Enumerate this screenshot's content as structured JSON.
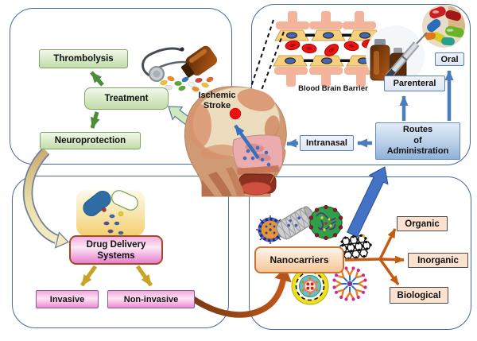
{
  "figure": {
    "treatment_panel": {
      "thrombolysis": "Thrombolysis",
      "treatment": "Treatment",
      "neuroprotection": "Neuroprotection"
    },
    "administration_panel": {
      "bbb_label": "Blood Brain Barrier",
      "oral": "Oral",
      "parenteral": "Parenteral",
      "routes_lines": [
        "Routes",
        "of",
        "Administration"
      ],
      "intranasal": "Intranasal"
    },
    "center": {
      "stroke_lines": [
        "Ischemic",
        "Stroke"
      ]
    },
    "delivery_panel": {
      "dds_lines": [
        "Drug Delivery",
        "Systems"
      ],
      "invasive": "Invasive",
      "noninvasive": "Non-invasive"
    },
    "nanocarrier_panel": {
      "nanocarriers": "Nanocarriers",
      "organic": "Organic",
      "inorganic": "Inorganic",
      "biological": "Biological"
    }
  },
  "colors": {
    "panel_border": "#46699c",
    "green_box": "#c2dcaa",
    "dark_green_arrow": "#4e8c3a",
    "blue_arrow": "#4a7ebb",
    "big_blue_arrow": "#4472c4",
    "gold_arrow": "#c9a227",
    "orange_arrow": "#c55a11",
    "pink_box": "#ef8ad2",
    "peach_box": "#fbe2d0",
    "nanocarrier_box": "#f7c796",
    "stroke_marker_red": "#ee1010"
  },
  "illustrations": [
    "stethoscope-pills-photo",
    "blood-brain-barrier-diagram",
    "oral-pills-photo",
    "parenteral-syringe-vials-photo",
    "head-sagittal-anatomy",
    "capsule-spill-drawing",
    "liposome-small-icon",
    "carbon-nanotube-icon",
    "polymeric-micelle-icon",
    "graphene-sheet-icon",
    "liposome-large-icon",
    "dendrimer-icon"
  ]
}
